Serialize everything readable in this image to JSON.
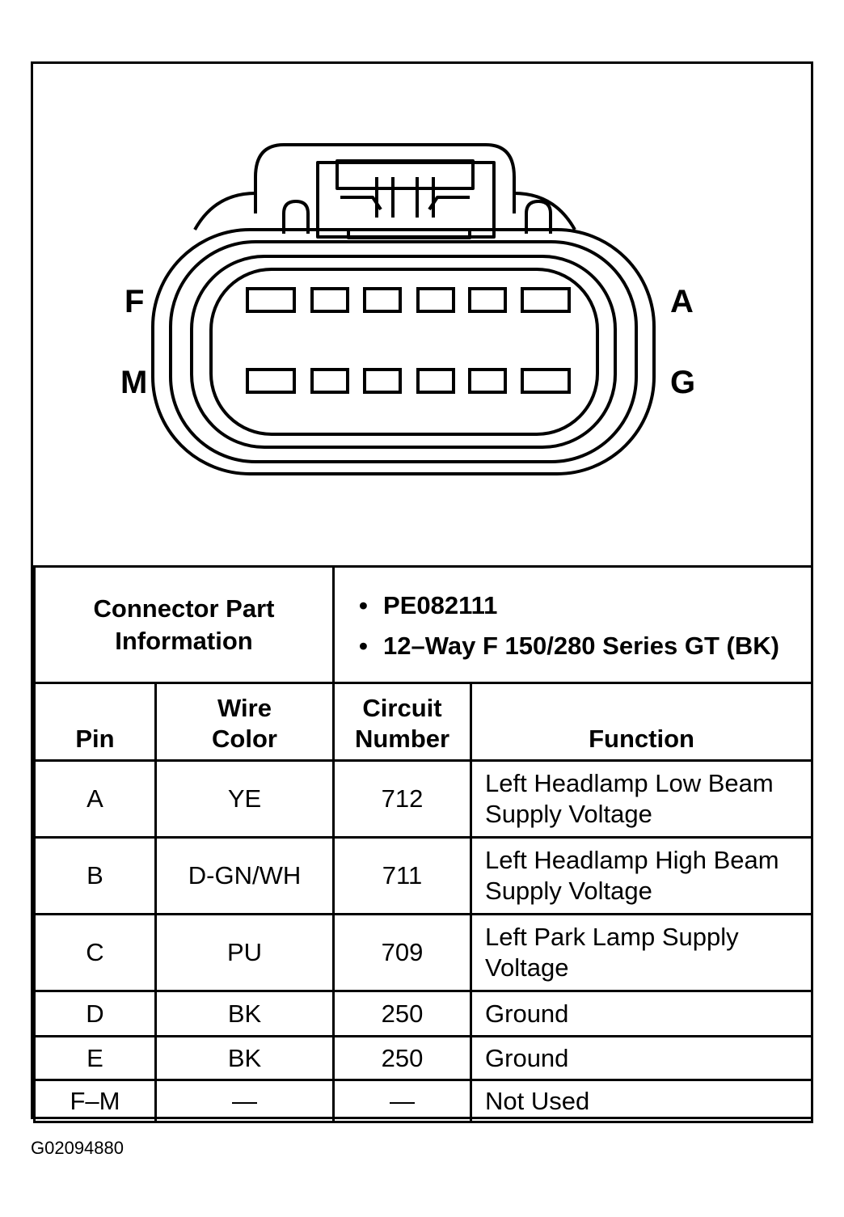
{
  "connector": {
    "pin_labels": {
      "top_left": "F",
      "top_right": "A",
      "bottom_left": "M",
      "bottom_right": "G"
    },
    "cavities_per_row": 6,
    "rows": 2
  },
  "table": {
    "info_label": "Connector Part Information",
    "info_items": [
      "PE082111",
      "12–Way F 150/280 Series GT (BK)"
    ],
    "headers": {
      "pin": "Pin",
      "wire_color": "Wire Color",
      "circuit_number": "Circuit Number",
      "function": "Function"
    },
    "rows": [
      {
        "pin": "A",
        "wire_color": "YE",
        "circuit": "712",
        "function": "Left Headlamp Low Beam Supply Voltage"
      },
      {
        "pin": "B",
        "wire_color": "D-GN/WH",
        "circuit": "711",
        "function": "Left Headlamp High Beam Supply Voltage"
      },
      {
        "pin": "C",
        "wire_color": "PU",
        "circuit": "709",
        "function": "Left Park Lamp Supply Voltage"
      },
      {
        "pin": "D",
        "wire_color": "BK",
        "circuit": "250",
        "function": "Ground"
      },
      {
        "pin": "E",
        "wire_color": "BK",
        "circuit": "250",
        "function": "Ground"
      },
      {
        "pin": "F–M",
        "wire_color": "—",
        "circuit": "—",
        "function": "Not Used"
      }
    ]
  },
  "footer": {
    "figure_id": "G02094880"
  }
}
